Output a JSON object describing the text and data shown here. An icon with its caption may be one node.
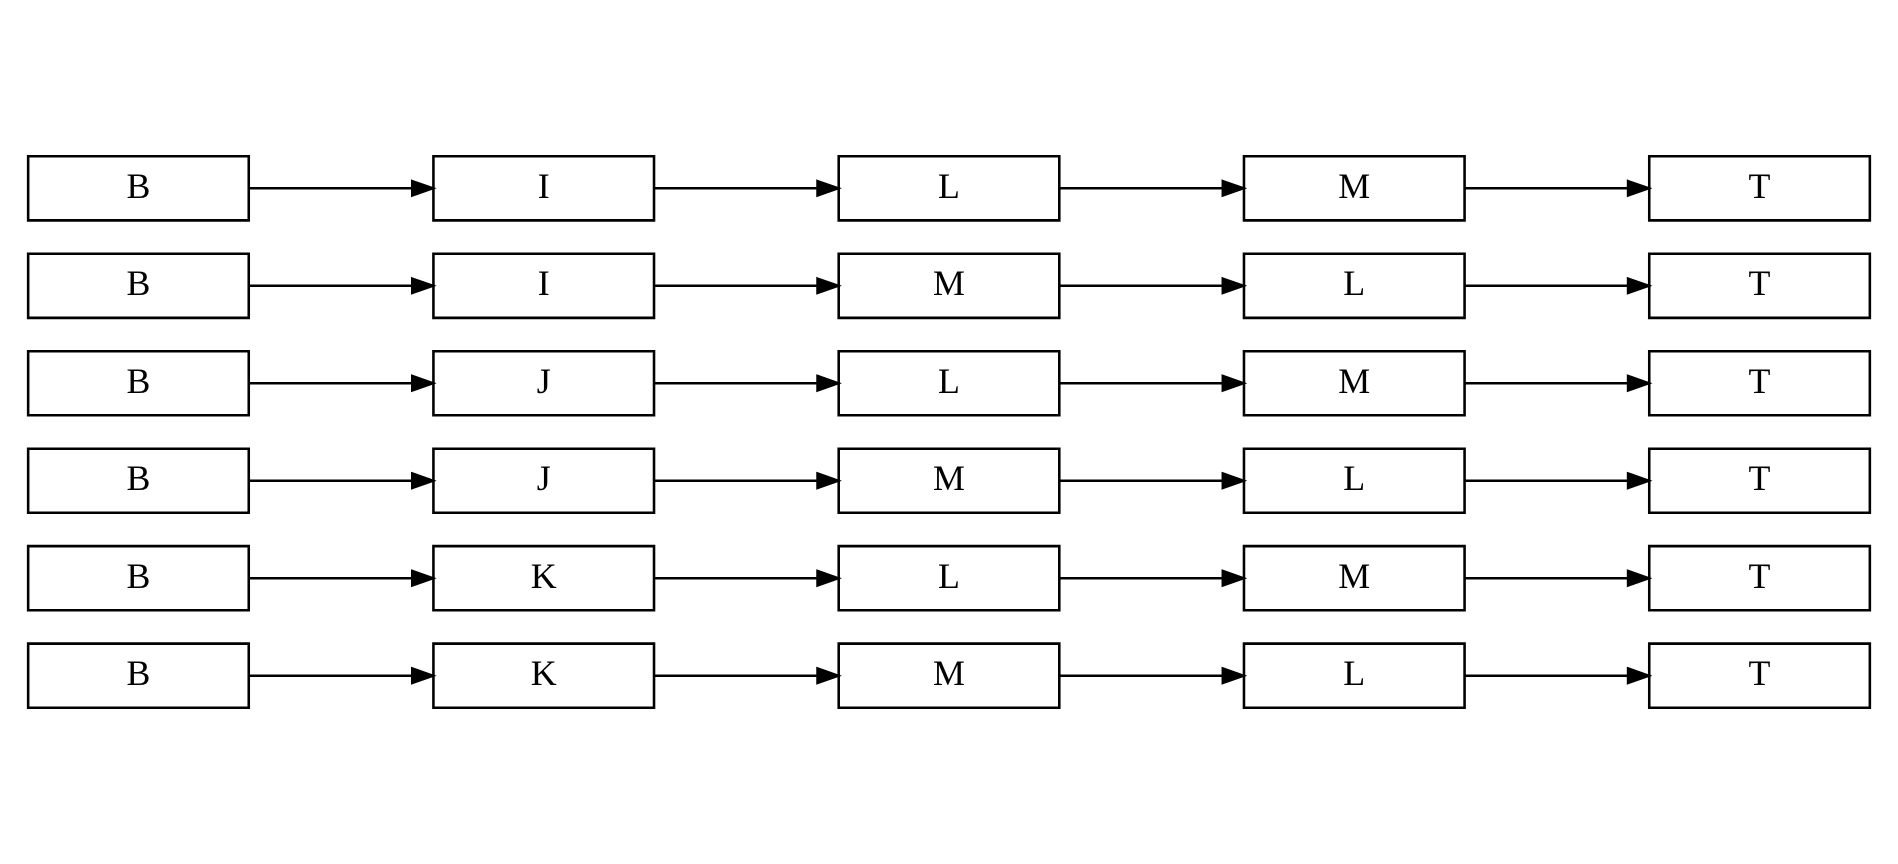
{
  "diagram": {
    "nodes": [
      {
        "text": [
          "B"
        ]
      },
      {
        "text": [
          "I"
        ]
      },
      {
        "text": [
          "L"
        ]
      },
      {
        "text": [
          "M"
        ]
      },
      {
        "text": [
          "T"
        ]
      },
      {
        "text": [
          "B"
        ]
      },
      {
        "text": [
          "I"
        ]
      },
      {
        "text": [
          "M"
        ]
      },
      {
        "text": [
          "L"
        ]
      },
      {
        "text": [
          "T"
        ]
      },
      {
        "text": [
          "B"
        ]
      },
      {
        "text": [
          "J"
        ]
      },
      {
        "text": [
          "L"
        ]
      },
      {
        "text": [
          "M"
        ]
      },
      {
        "text": [
          "T"
        ]
      },
      {
        "text": [
          "B"
        ]
      },
      {
        "text": [
          "J"
        ]
      },
      {
        "text": [
          "M"
        ]
      },
      {
        "text": [
          "L"
        ]
      },
      {
        "text": [
          "T"
        ]
      },
      {
        "text": [
          "B"
        ]
      },
      {
        "text": [
          "K"
        ]
      },
      {
        "text": [
          "L"
        ]
      },
      {
        "text": [
          "M"
        ]
      },
      {
        "text": [
          "T"
        ]
      },
      {
        "text": [
          "B"
        ]
      },
      {
        "text": [
          "K"
        ]
      },
      {
        "text": [
          "M"
        ]
      },
      {
        "text": [
          "L"
        ]
      },
      {
        "text": [
          "T"
        ]
      }
    ],
    "edges": [
      {
        "from": 0,
        "to": 1,
        "arrow": "to"
      },
      {
        "from": 1,
        "to": 2,
        "arrow": "to"
      },
      {
        "from": 2,
        "to": 3,
        "arrow": "to"
      },
      {
        "from": 3,
        "to": 4,
        "arrow": "to"
      },
      {
        "from": 5,
        "to": 6,
        "arrow": "to"
      },
      {
        "from": 6,
        "to": 7,
        "arrow": "to"
      },
      {
        "from": 7,
        "to": 8,
        "arrow": "to"
      },
      {
        "from": 8,
        "to": 9,
        "arrow": "to"
      },
      {
        "from": 10,
        "to": 11,
        "arrow": "to"
      },
      {
        "from": 11,
        "to": 12,
        "arrow": "to"
      },
      {
        "from": 12,
        "to": 13,
        "arrow": "to"
      },
      {
        "from": 13,
        "to": 14,
        "arrow": "to"
      },
      {
        "from": 15,
        "to": 16,
        "arrow": "to"
      },
      {
        "from": 16,
        "to": 17,
        "arrow": "to"
      },
      {
        "from": 17,
        "to": 18,
        "arrow": "to"
      },
      {
        "from": 18,
        "to": 19,
        "arrow": "to"
      },
      {
        "from": 20,
        "to": 21,
        "arrow": "to"
      },
      {
        "from": 21,
        "to": 22,
        "arrow": "to"
      },
      {
        "from": 22,
        "to": 23,
        "arrow": "to"
      },
      {
        "from": 23,
        "to": 24,
        "arrow": "to"
      },
      {
        "from": 25,
        "to": 26,
        "arrow": "to"
      },
      {
        "from": 26,
        "to": 27,
        "arrow": "to"
      },
      {
        "from": 27,
        "to": 28,
        "arrow": "to"
      },
      {
        "from": 28,
        "to": 29,
        "arrow": "to"
      }
    ]
  }
}
